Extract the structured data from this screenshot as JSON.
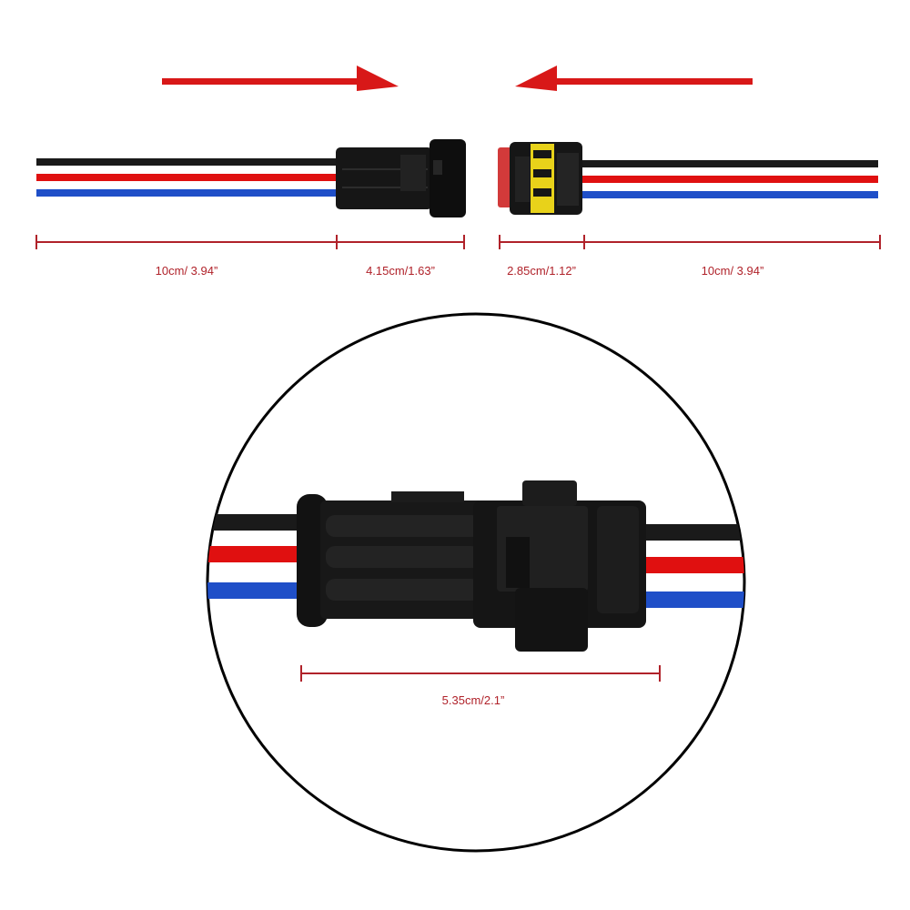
{
  "colors": {
    "dimension": "#b0222a",
    "arrow": "#d81818",
    "wire_black": "#1a1a1a",
    "wire_red": "#e01010",
    "wire_blue": "#1f4fc8",
    "housing": "#141414",
    "seal_red": "#d23a3a",
    "seal_yellow": "#e8d21a",
    "outline": "#000000"
  },
  "top": {
    "male_wire_length": "10cm/ 3.94”",
    "male_housing_length": "4.15cm/1.63”",
    "female_housing_length": "2.85cm/1.12”",
    "female_wire_length": "10cm/ 3.94”"
  },
  "detail": {
    "assembled_length": "5.35cm/2.1”"
  },
  "icons": {
    "left_arrow": "arrow-right-icon",
    "right_arrow": "arrow-left-icon"
  }
}
